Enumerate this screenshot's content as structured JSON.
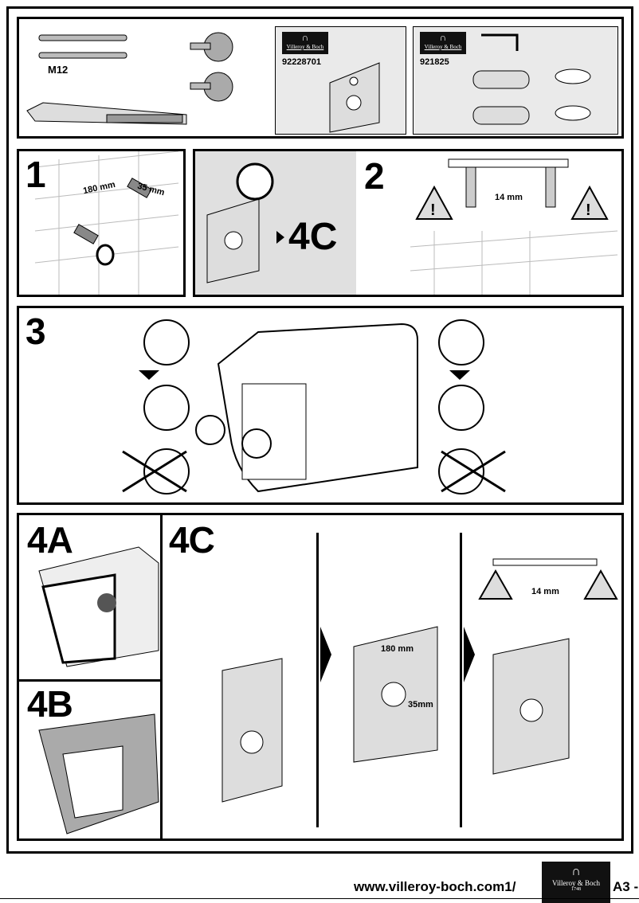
{
  "brand": {
    "name": "Villeroy & Boch",
    "year": "1748",
    "logo_color": "#111111"
  },
  "parts": {
    "bolt_size": "M12",
    "kit_a_code": "92228701",
    "kit_b_code": "921825"
  },
  "step1": {
    "number": "1",
    "dim_horizontal": "180 mm",
    "dim_small": "35 mm"
  },
  "step2": {
    "reference": "4C",
    "number": "2",
    "dim_gap": "14 mm"
  },
  "step3": {
    "number": "3"
  },
  "step4": {
    "a": "4A",
    "b": "4B",
    "c": "4C",
    "dim_horizontal": "180 mm",
    "dim_small": "35mm",
    "dim_gap": "14 mm"
  },
  "footer": {
    "url": "www.villeroy-boch.com1/",
    "page": "A3 -"
  },
  "colors": {
    "panel_gray": "#e0e0e0",
    "line": "#000000"
  }
}
